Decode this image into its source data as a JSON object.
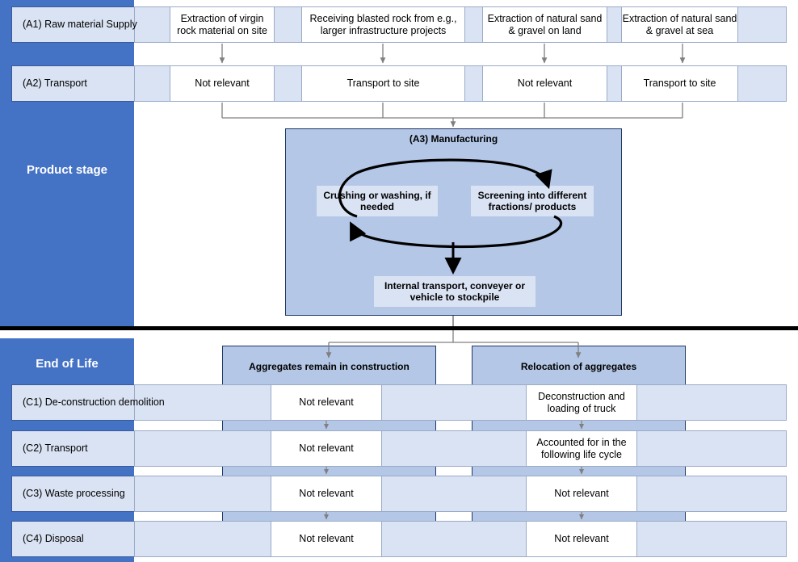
{
  "stages": {
    "product": "Product stage",
    "eol": "End of Life"
  },
  "rows": {
    "a1": "(A1) Raw material Supply",
    "a2": "(A2) Transport",
    "c1": "(C1) De-construction demolition",
    "c2": "(C2) Transport",
    "c3": "(C3) Waste processing",
    "c4": "(C4) Disposal"
  },
  "a1_cells": [
    "Extraction of virgin rock material on site",
    "Receiving blasted rock from e.g., larger infrastructure projects",
    "Extraction of natural sand & gravel on land",
    "Extraction of natural sand & gravel at sea"
  ],
  "a2_cells": [
    "Not relevant",
    "Transport to site",
    "Not relevant",
    "Transport to site"
  ],
  "manufacturing": {
    "title": "(A3) Manufacturing",
    "left": "Crushing or washing, if needed",
    "right": "Screening into different fractions/ products",
    "bottom": "Internal transport, conveyer or vehicle to stockpile"
  },
  "eol_headers": [
    "Aggregates remain in construction",
    "Relocation of aggregates"
  ],
  "eol_cells": {
    "left": [
      "Not relevant",
      "Not relevant",
      "Not relevant",
      "Not relevant"
    ],
    "right": [
      "Deconstruction and loading of truck",
      "Accounted for in the following life cycle",
      "Not relevant",
      "Not relevant"
    ]
  },
  "colors": {
    "dark_blue": "#4472c4",
    "mid_blue": "#b4c7e7",
    "light_blue": "#dae3f3",
    "white": "#ffffff",
    "divider": "#000000"
  }
}
